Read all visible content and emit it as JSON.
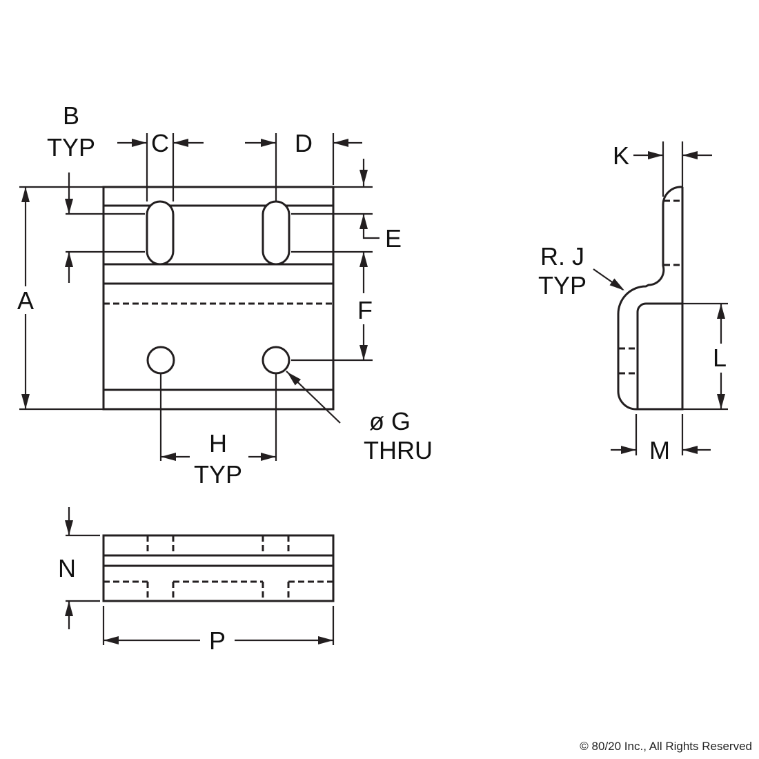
{
  "labels": {
    "A": "A",
    "B": "B",
    "B_typ": "TYP",
    "C": "C",
    "D": "D",
    "E": "E",
    "F": "F",
    "G": "ø G",
    "G_thru": "THRU",
    "H": "H",
    "H_typ": "TYP",
    "J": "R. J",
    "J_typ": "TYP",
    "K": "K",
    "L": "L",
    "M": "M",
    "N": "N",
    "P": "P"
  },
  "copyright": "© 80/20 Inc., All Rights Reserved",
  "colors": {
    "line": "#231f20"
  }
}
